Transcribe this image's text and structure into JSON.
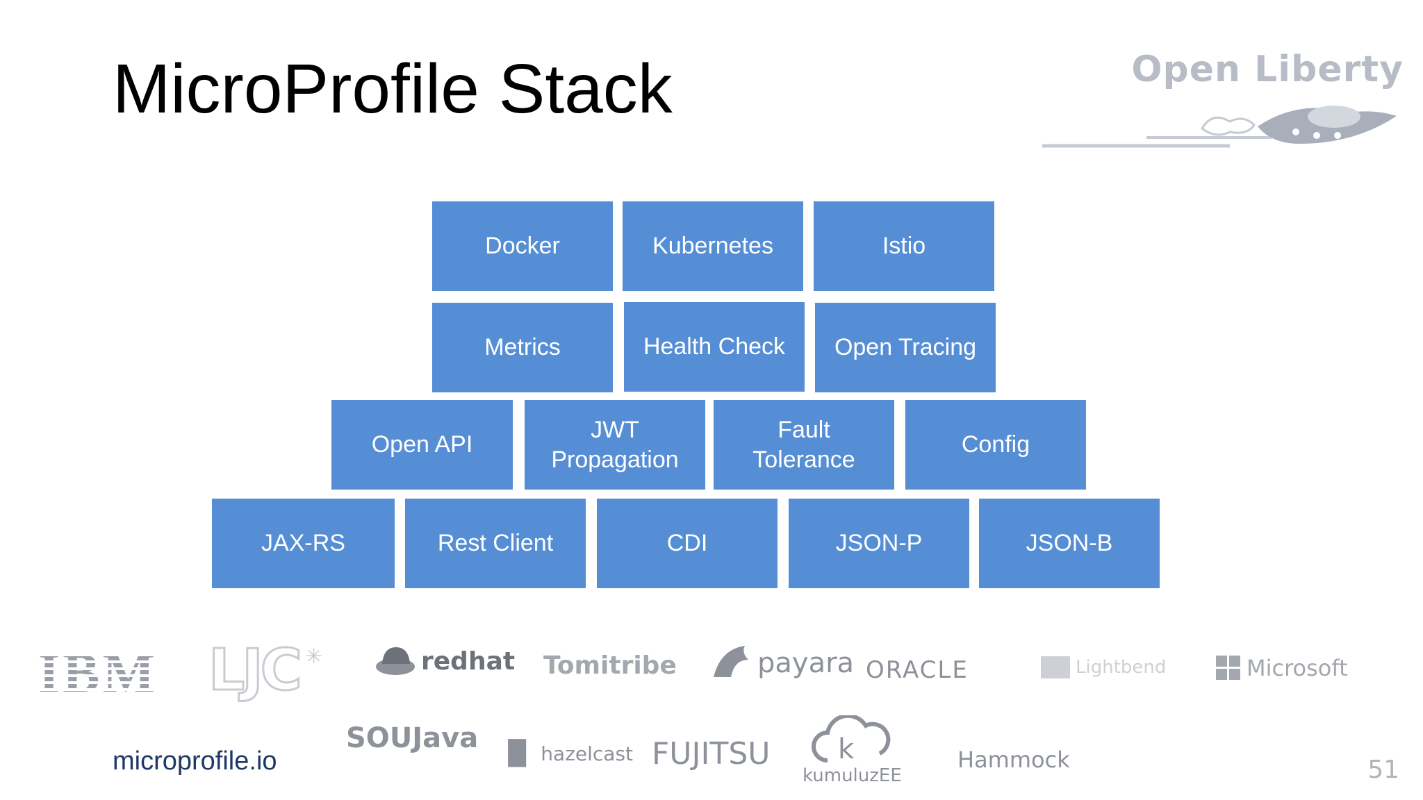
{
  "slide": {
    "title": "MicroProfile Stack",
    "brand": "Open Liberty",
    "footer_link": "microprofile.io",
    "page_number": "51"
  },
  "stack": {
    "row1": [
      "Docker",
      "Kubernetes",
      "Istio"
    ],
    "row2": [
      "Metrics",
      "Health Check",
      "Open Tracing"
    ],
    "row3": [
      "Open API",
      "JWT\nPropagation",
      "Fault\nTolerance",
      "Config"
    ],
    "row4": [
      "JAX-RS",
      "Rest Client",
      "CDI",
      "JSON-P",
      "JSON-B"
    ]
  },
  "logos": {
    "row1": [
      "IBM",
      "LJC",
      "redhat",
      "Tomitribe",
      "payara",
      "ORACLE",
      "Lightbend",
      "Microsoft"
    ],
    "row2": [
      "SOUJava",
      "hazelcast",
      "FUJITSU",
      "kumuluzEE",
      "Hammock"
    ]
  },
  "colors": {
    "block": "#558ed5",
    "logo": "#9a9ea6",
    "footer_link": "#1f3864"
  }
}
